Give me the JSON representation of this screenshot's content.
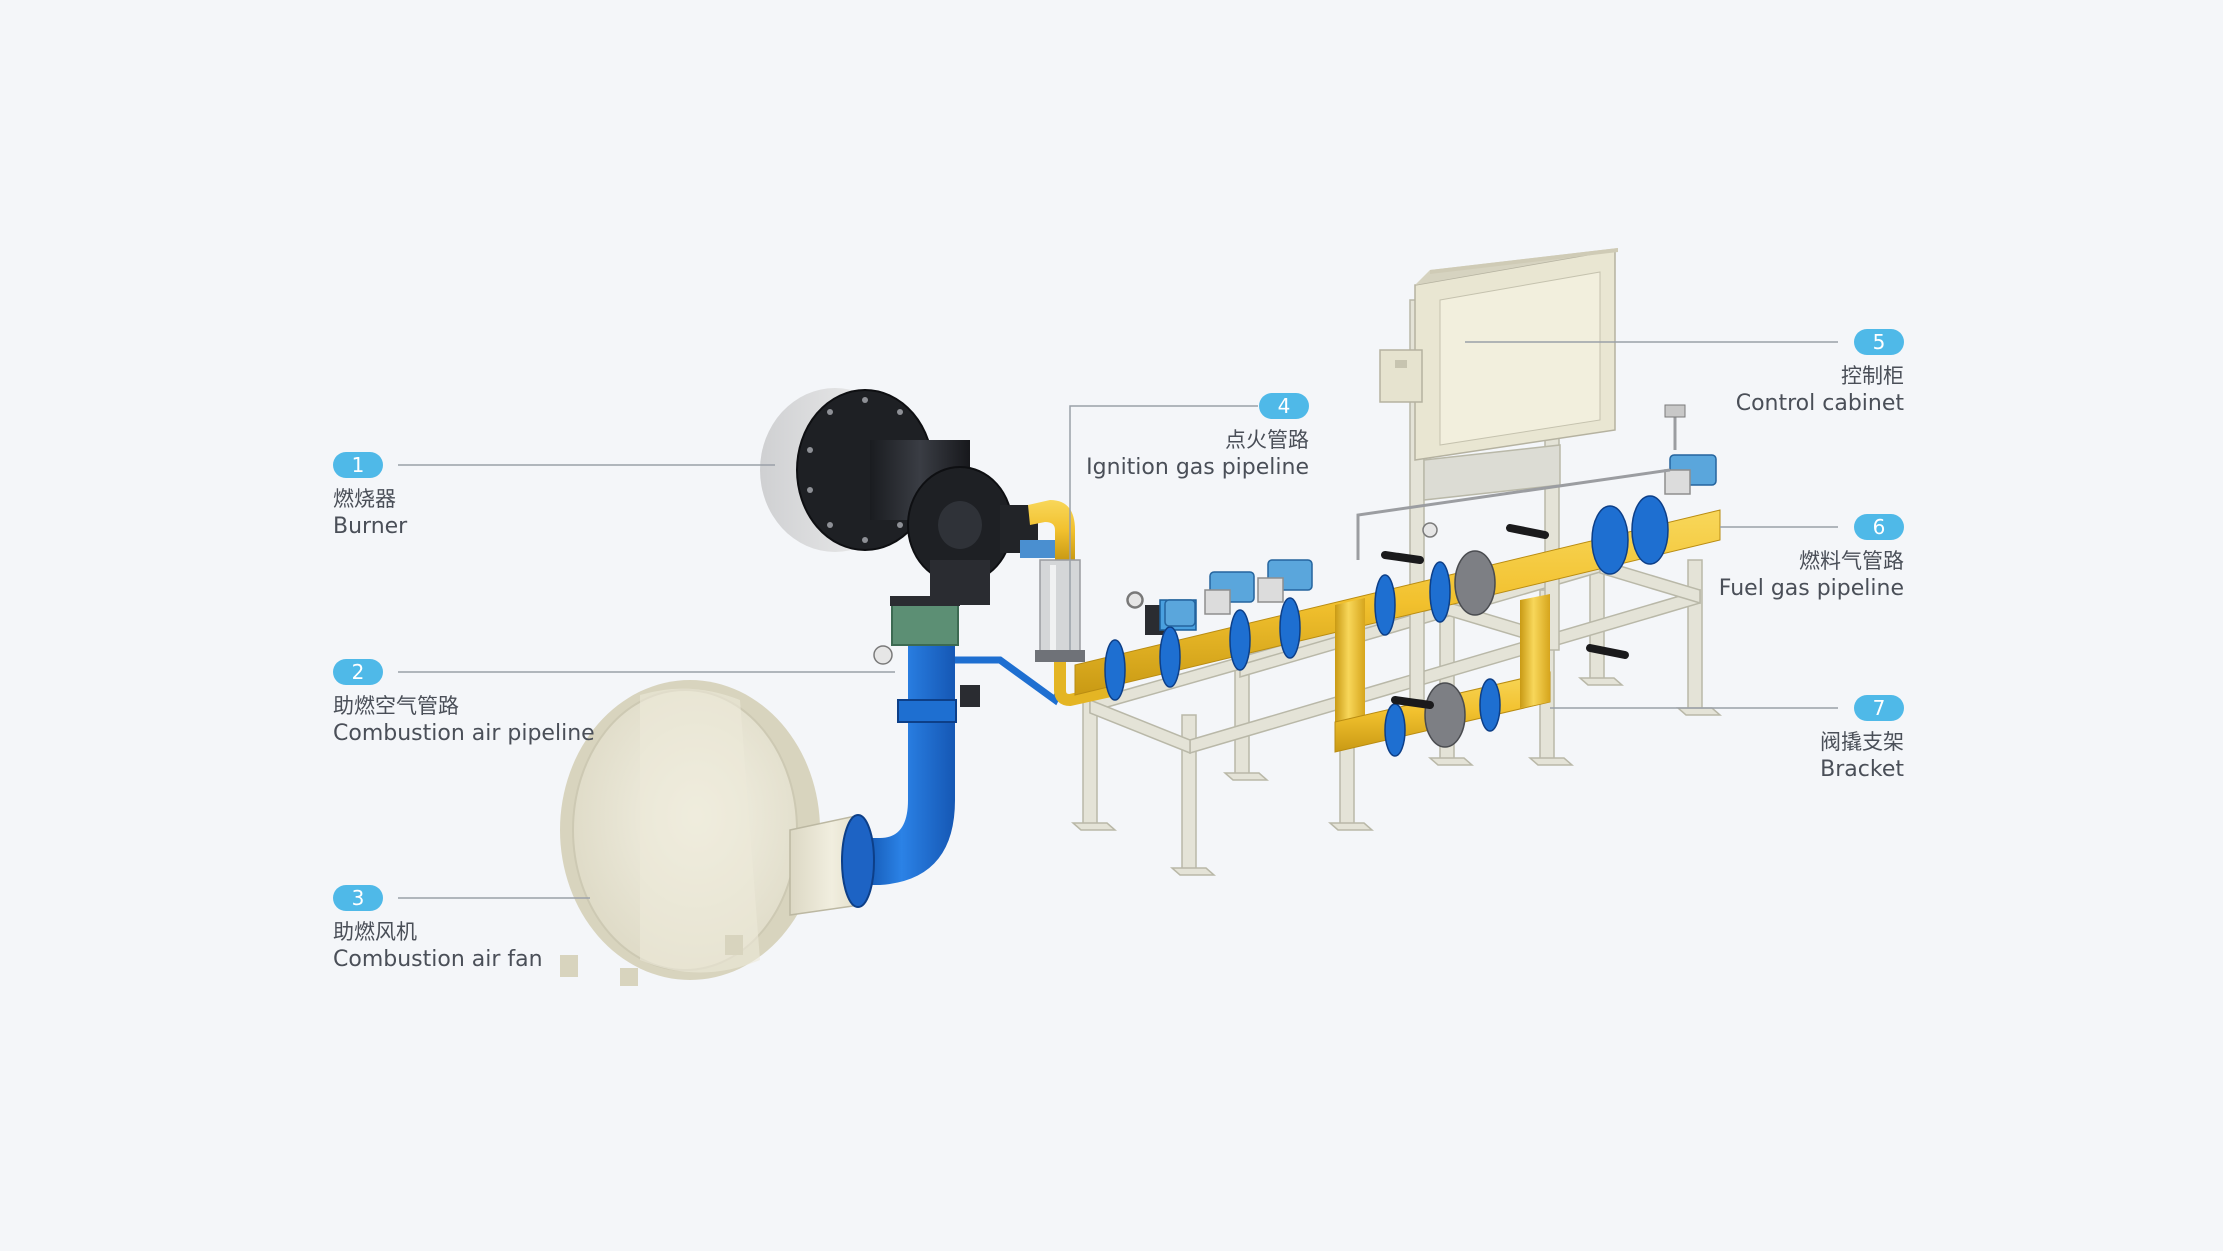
{
  "colors": {
    "background": "#f4f6f9",
    "badge": "#4fb9e8",
    "label_text": "#4a4f58",
    "leader_line": "#9aa0a8",
    "gas_pipe": "#f2c12e",
    "air_pipe": "#1e6fd1",
    "valve_actuator": "#5aa6dc",
    "equipment_shell": "#ece8d6",
    "bracket": "#e3e2d6"
  },
  "callouts": [
    {
      "number": "1",
      "zh": "燃烧器",
      "en": "Burner"
    },
    {
      "number": "2",
      "zh": "助燃空气管路",
      "en": "Combustion air pipeline"
    },
    {
      "number": "3",
      "zh": "助燃风机",
      "en": "Combustion air fan"
    },
    {
      "number": "4",
      "zh": "点火管路",
      "en": "Ignition gas pipeline"
    },
    {
      "number": "5",
      "zh": "控制柜",
      "en": "Control cabinet"
    },
    {
      "number": "6",
      "zh": "燃料气管路",
      "en": "Fuel gas pipeline"
    },
    {
      "number": "7",
      "zh": "阀撬支架",
      "en": "Bracket"
    }
  ]
}
